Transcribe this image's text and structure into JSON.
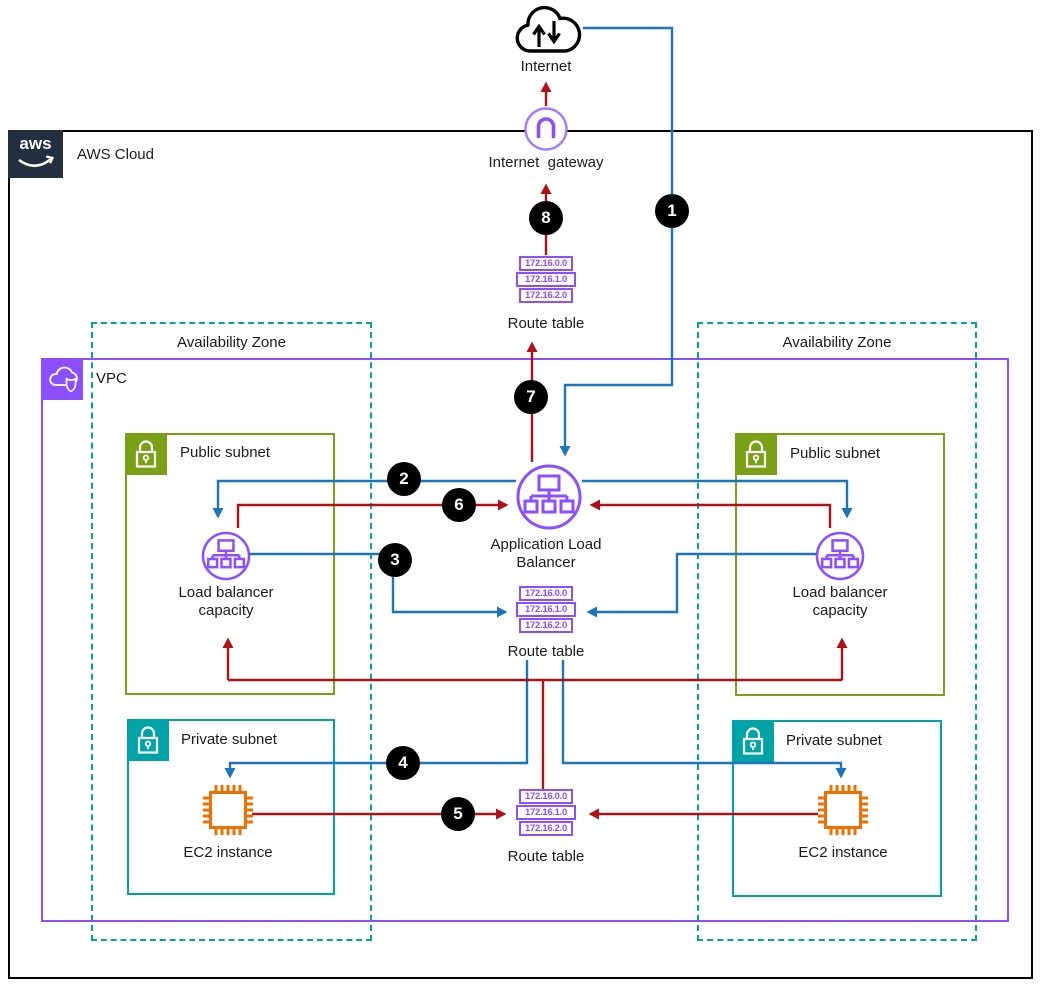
{
  "colors": {
    "flow_blue": "#1B75BB",
    "flow_red": "#B01116",
    "purple": "#8C4FFF",
    "igw_circle": "#A47CFF",
    "green_public": "#7AA116",
    "teal_private": "#00A4A6",
    "orange_ec2": "#ED7100",
    "navy_logo": "#232F3E",
    "badge_bg": "#000000"
  },
  "badges": [
    "1",
    "2",
    "3",
    "4",
    "5",
    "6",
    "7",
    "8"
  ],
  "aws_cloud": {
    "logo_text": "aws",
    "label": "AWS Cloud"
  },
  "vpc": {
    "label": "VPC"
  },
  "availability_zones": {
    "left": "Availability Zone",
    "right": "Availability Zone"
  },
  "internet": {
    "label": "Internet"
  },
  "internet_gateway": {
    "label": "Internet  gateway"
  },
  "subnets": {
    "public_left": "Public subnet",
    "public_right": "Public subnet",
    "private_left": "Private subnet",
    "private_right": "Private subnet"
  },
  "alb": {
    "line1": "Application Load",
    "line2": "Balancer"
  },
  "lb_capacity": {
    "line1": "Load balancer",
    "line2": "capacity"
  },
  "ec2": {
    "label": "EC2 instance"
  },
  "route_tables": {
    "top": {
      "label": "Route table",
      "rows": [
        "172.16.0.0",
        "172.16.1.0",
        "172.16.2.0"
      ]
    },
    "middle": {
      "label": "Route table",
      "rows": [
        "172.16.0.0",
        "172.16.1.0",
        "172.16.2.0"
      ]
    },
    "bottom": {
      "label": "Route table",
      "rows": [
        "172.16.0.0",
        "172.16.1.0",
        "172.16.2.0"
      ]
    }
  }
}
